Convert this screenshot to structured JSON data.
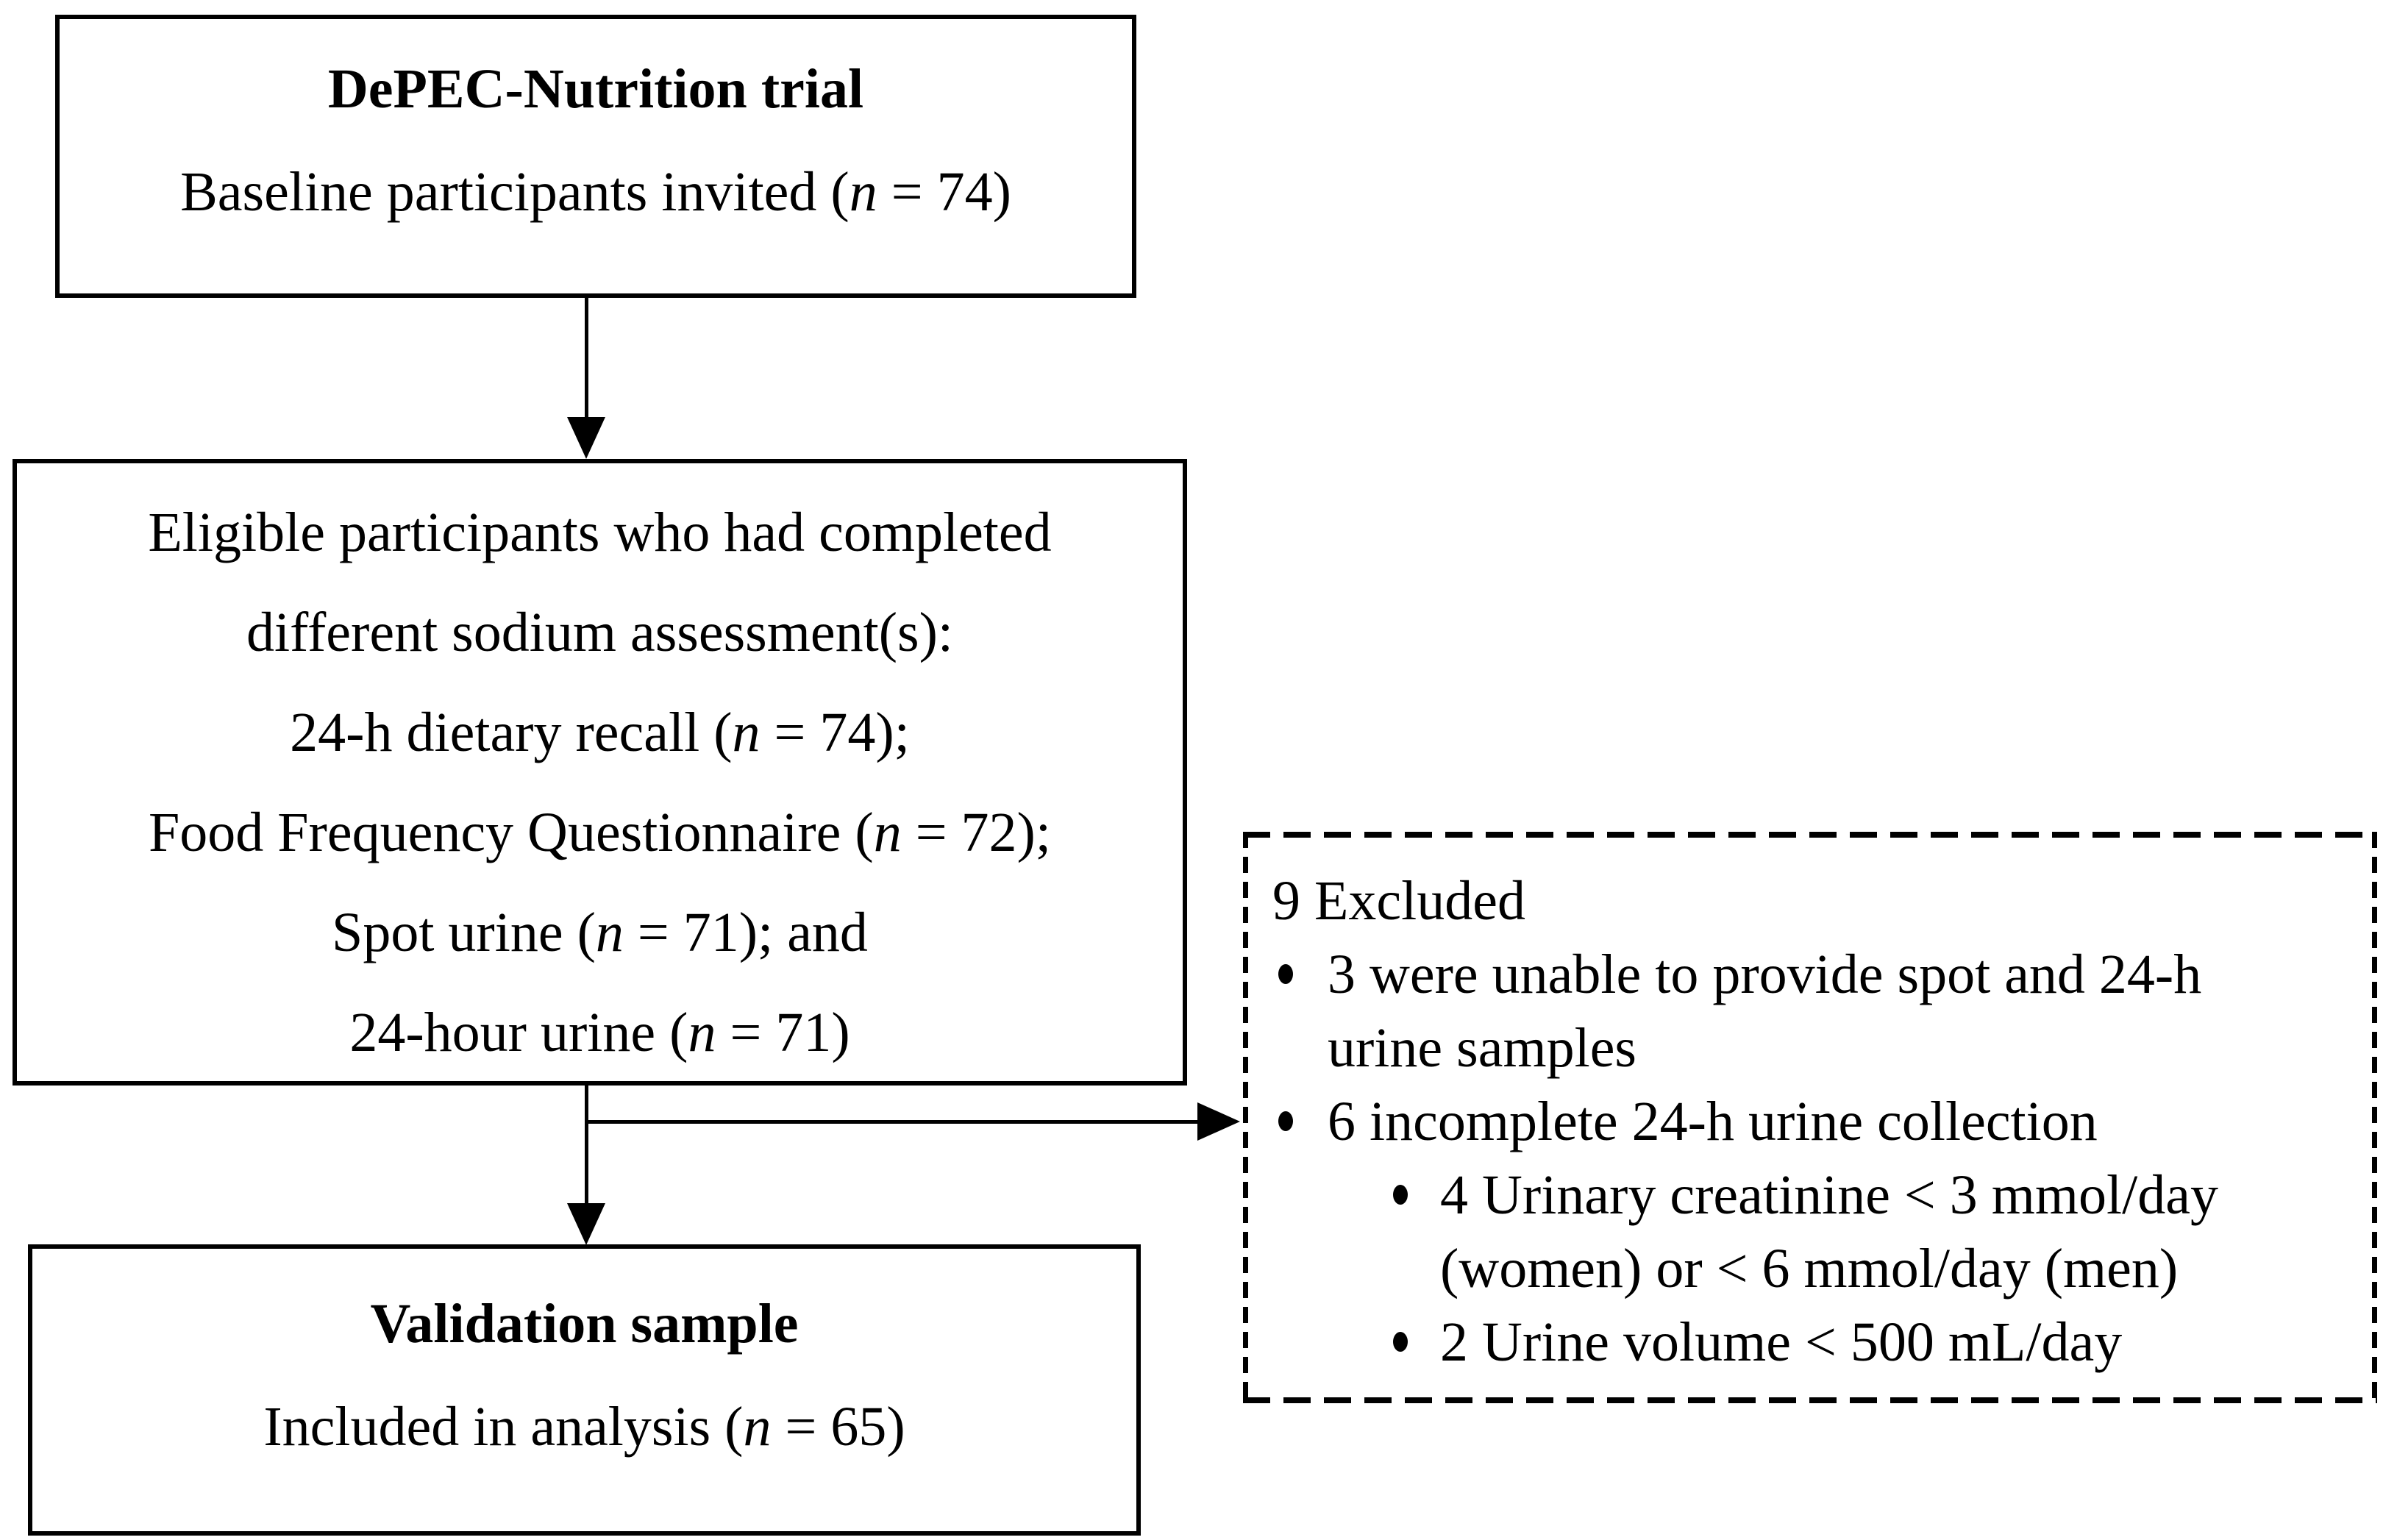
{
  "trial": {
    "title": "DePEC-Nutrition trial",
    "subtitle": {
      "pre": "Baseline participants invited (",
      "var": "n",
      "post": " = 74)"
    }
  },
  "eligible": {
    "lines": [
      {
        "pre": "Eligible participants who had completed"
      },
      {
        "pre": "different sodium assessment(s):"
      },
      {
        "pre": "24-h dietary recall (",
        "var": "n",
        "post": " = 74);"
      },
      {
        "pre": "Food Frequency Questionnaire (",
        "var": "n",
        "post": " = 72);"
      },
      {
        "pre": "Spot urine (",
        "var": "n",
        "post": " = 71); and"
      },
      {
        "pre": "24-hour urine (",
        "var": "n",
        "post": " = 71)"
      }
    ]
  },
  "excluded": {
    "header": "9 Excluded",
    "bullets": [
      {
        "level": 1,
        "lines": [
          "3 were unable to provide spot and 24-h",
          "urine samples"
        ]
      },
      {
        "level": 1,
        "lines": [
          "6 incomplete 24-h urine collection"
        ]
      },
      {
        "level": 2,
        "lines": [
          "4 Urinary creatinine < 3 mmol/day",
          "(women) or < 6 mmol/day (men)"
        ]
      },
      {
        "level": 2,
        "lines": [
          "2 Urine volume < 500 mL/day"
        ]
      }
    ]
  },
  "validation": {
    "title": "Validation sample",
    "subtitle": {
      "pre": "Included in analysis (",
      "var": "n",
      "post": " = 65)"
    }
  },
  "colors": {
    "ink": "#000000",
    "background": "#ffffff"
  }
}
